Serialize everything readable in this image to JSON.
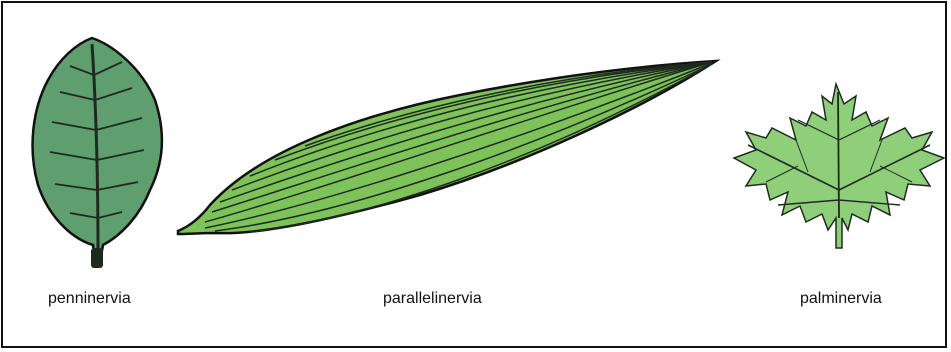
{
  "figure": {
    "captions": {
      "penninervia": "penninervia",
      "parallelinervia": "parallelinervia",
      "palminervia": "palminervia"
    },
    "colors": {
      "leaf_green": "#5f9e6e",
      "bright_green": "#7dc35a",
      "maple_green": "#8fcf7a",
      "vein_dark": "#1f2a1f",
      "outline": "#111111"
    },
    "icons": [
      "pinnate-leaf-icon",
      "parallel-leaf-icon",
      "palmate-leaf-icon"
    ]
  }
}
